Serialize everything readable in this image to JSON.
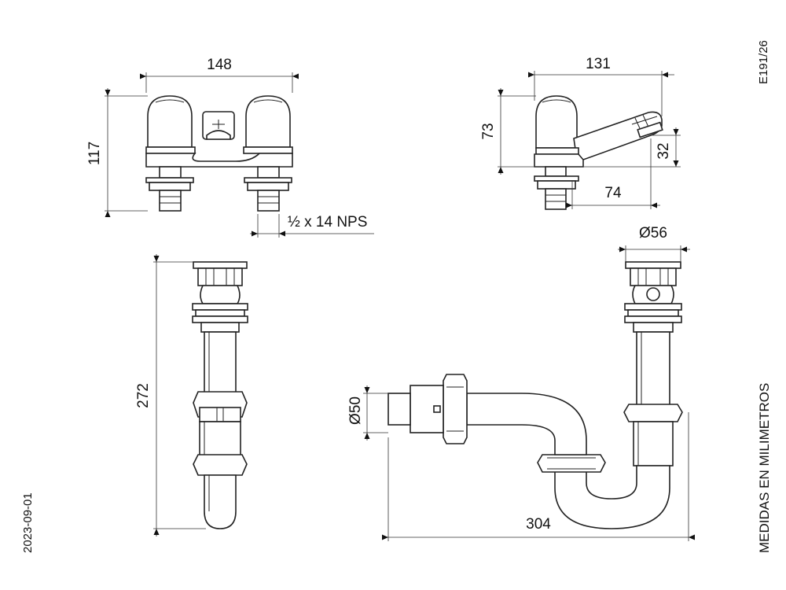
{
  "sheet": {
    "code": "E191/26",
    "date": "2023-09-01",
    "units_note": "MEDIDAS EN MILIMETROS"
  },
  "dimensions": {
    "mixer_width": "148",
    "mixer_height": "117",
    "thread_spec": "½ x 14 NPS",
    "faucet_width": "131",
    "faucet_height": "73",
    "spout_height": "32",
    "spout_reach": "74",
    "drain_height": "272",
    "trap_inlet_diameter": "Ø56",
    "trap_outlet_diameter": "Ø50",
    "trap_width": "304"
  }
}
